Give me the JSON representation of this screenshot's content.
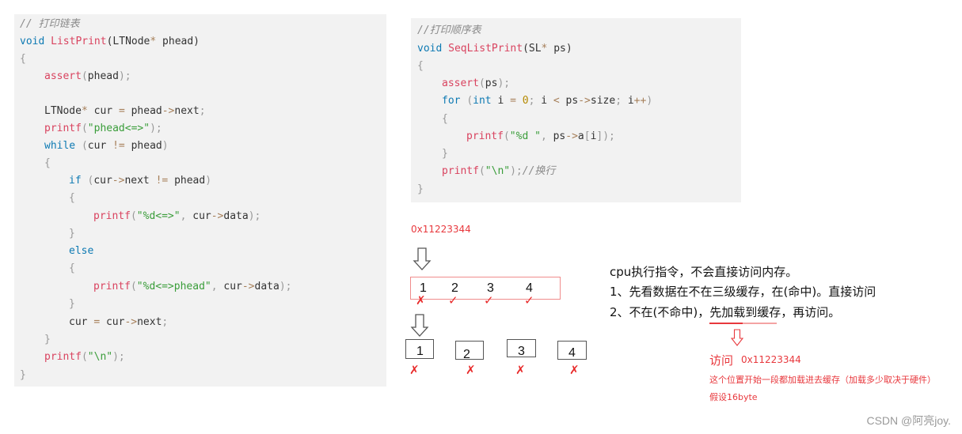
{
  "left_code": {
    "comment": "// 打印链表",
    "signature": {
      "ret": "void",
      "name": "ListPrint",
      "params": "(LTNode",
      "star": "*",
      "param_name": " phead)"
    },
    "lines": [
      "{",
      "assert(phead);",
      "",
      "LTNode* cur = phead->next;",
      "printf(\"phead<=>\");",
      "while (cur != phead)",
      "{",
      "if (cur->next != phead)",
      "{",
      "printf(\"%d<=>\", cur->data);",
      "}",
      "else",
      "{",
      "printf(\"%d<=>phead\", cur->data);",
      "}",
      "cur = cur->next;",
      "}",
      "printf(\"\\n\");",
      "}"
    ]
  },
  "right_code": {
    "comment": "//打印顺序表",
    "signature": {
      "ret": "void",
      "name": "SeqListPrint",
      "params": "(SL",
      "star": "*",
      "param_name": " ps)"
    },
    "lines": [
      "{",
      "assert(ps);",
      "for (int i = 0; i < ps->size; i++)",
      "{",
      "printf(\"%d \", ps->a[i]);",
      "}",
      "printf(\"\\n\");//换行",
      "}"
    ]
  },
  "diagram": {
    "address_top": "0x11223344",
    "cache_values": [
      "1",
      "2",
      "3",
      "4"
    ],
    "cache_marks": [
      "✗",
      "✓",
      "✓",
      "✓"
    ],
    "memory_values": [
      "1",
      "2",
      "3",
      "4"
    ],
    "memory_marks": [
      "✗",
      "✗",
      "✗",
      "✗"
    ]
  },
  "notes": {
    "line1": "cpu执行指令，不会直接访问内存。",
    "line2": "1、先看数据在不在三级缓存，在(命中)。直接访问",
    "line3": "2、不在(不命中)，先加载到缓存，再访问。",
    "visit_label": "访问",
    "visit_address": "0x11223344",
    "detail": "这个位置开始一段都加载进去缓存（加载多少取决于硬件）",
    "assume": "假设16byte"
  },
  "watermark": "CSDN @阿亮joy."
}
